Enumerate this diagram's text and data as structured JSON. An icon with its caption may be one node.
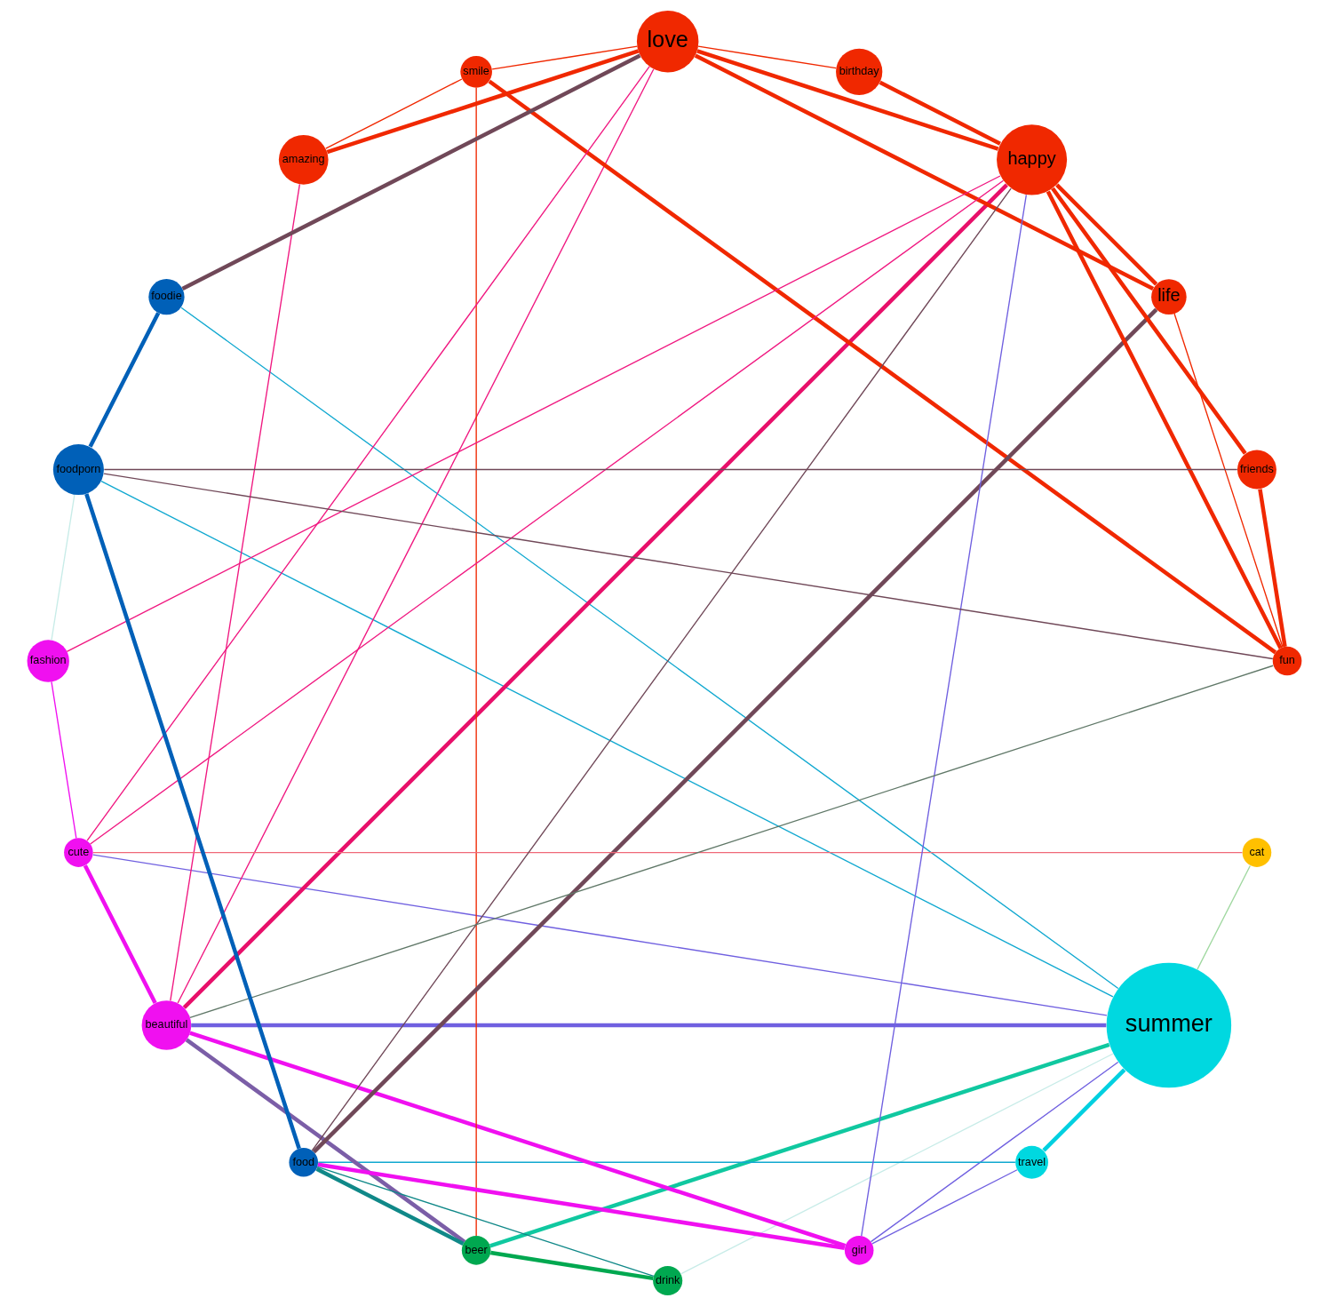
{
  "diagram": {
    "nodes": [
      {
        "text": [
          "summer"
        ]
      },
      {
        "text": [
          "travel"
        ]
      },
      {
        "text": [
          "amazing"
        ]
      },
      {
        "text": [
          "beautiful"
        ]
      },
      {
        "text": [
          "smile"
        ]
      },
      {
        "text": [
          "beer"
        ]
      },
      {
        "text": [
          "love"
        ]
      },
      {
        "text": [
          "birthday"
        ]
      },
      {
        "text": [
          "life"
        ]
      },
      {
        "text": [
          "cat"
        ]
      },
      {
        "text": [
          "happy"
        ]
      },
      {
        "text": [
          "cute"
        ]
      },
      {
        "text": [
          "girl"
        ]
      },
      {
        "text": [
          "drink"
        ]
      },
      {
        "text": [
          "fun"
        ]
      },
      {
        "text": [
          "fashion"
        ]
      },
      {
        "text": [
          "friends"
        ]
      },
      {
        "text": [
          "food"
        ]
      },
      {
        "text": [
          "foodporn"
        ]
      },
      {
        "text": [
          "foodie"
        ]
      }
    ],
    "edges": [
      {
        "from": 0,
        "to": 1,
        "arrow": "none",
        "style": "thick",
        "color": "#00d0e0"
      },
      {
        "from": 14,
        "to": 3,
        "arrow": "none",
        "color": "#607868"
      },
      {
        "from": 2,
        "to": 3,
        "arrow": "none",
        "color": "#f01880"
      },
      {
        "from": 0,
        "to": 3,
        "arrow": "none",
        "style": "thick",
        "color": "#7060e0"
      },
      {
        "from": 3,
        "to": 5,
        "arrow": "none",
        "style": "thick",
        "color": "#7b5ea7"
      },
      {
        "from": 0,
        "to": 5,
        "arrow": "none",
        "style": "thick",
        "color": "#10c8a0"
      },
      {
        "from": 5,
        "to": 13,
        "arrow": "none",
        "style": "thick",
        "color": "#00a850"
      },
      {
        "from": 5,
        "to": 17,
        "arrow": "none",
        "style": "thick",
        "color": "#108888"
      },
      {
        "from": 9,
        "to": 11,
        "arrow": "none",
        "color": "#f06878"
      },
      {
        "from": 3,
        "to": 11,
        "arrow": "none",
        "style": "thick",
        "color": "#f010f0"
      },
      {
        "from": 3,
        "to": 12,
        "arrow": "none",
        "style": "thick",
        "color": "#f010f0"
      },
      {
        "from": 3,
        "to": 10,
        "arrow": "none",
        "style": "thick",
        "color": "#e8106a"
      },
      {
        "from": 3,
        "to": 6,
        "arrow": "none",
        "color": "#f01880"
      },
      {
        "from": 2,
        "to": 6,
        "arrow": "none",
        "style": "thick",
        "color": "#f02800"
      },
      {
        "from": 2,
        "to": 4,
        "arrow": "none",
        "color": "#f02800"
      },
      {
        "from": 0,
        "to": 12,
        "arrow": "none",
        "color": "#7060e0"
      },
      {
        "from": 4,
        "to": 5,
        "arrow": "none",
        "color": "#f02800"
      },
      {
        "from": 4,
        "to": 14,
        "arrow": "none",
        "style": "thick",
        "color": "#f02800"
      },
      {
        "from": 4,
        "to": 6,
        "arrow": "none",
        "color": "#f02800"
      },
      {
        "from": 1,
        "to": 12,
        "arrow": "none",
        "color": "#7060e0"
      },
      {
        "from": 1,
        "to": 17,
        "arrow": "none",
        "color": "#10a8d0"
      },
      {
        "from": 0,
        "to": 18,
        "arrow": "none",
        "color": "#10a8d0"
      },
      {
        "from": 0,
        "to": 19,
        "arrow": "none",
        "color": "#10a8d0"
      },
      {
        "from": 0,
        "to": 11,
        "arrow": "none",
        "color": "#7060e0"
      },
      {
        "from": 0,
        "to": 9,
        "arrow": "none",
        "color": "#a0d8a0"
      },
      {
        "from": 0,
        "to": 13,
        "arrow": "none",
        "color": "#c8ece8"
      },
      {
        "from": 6,
        "to": 7,
        "arrow": "none",
        "color": "#f02800"
      },
      {
        "from": 6,
        "to": 11,
        "arrow": "none",
        "color": "#f01880"
      },
      {
        "from": 6,
        "to": 8,
        "arrow": "none",
        "style": "thick",
        "color": "#f02800"
      },
      {
        "from": 6,
        "to": 10,
        "arrow": "none",
        "style": "thick",
        "color": "#f02800"
      },
      {
        "from": 6,
        "to": 19,
        "arrow": "none",
        "style": "thick",
        "color": "#704858"
      },
      {
        "from": 8,
        "to": 17,
        "arrow": "none",
        "style": "thick",
        "color": "#704858"
      },
      {
        "from": 8,
        "to": 14,
        "arrow": "none",
        "color": "#f02800"
      },
      {
        "from": 8,
        "to": 10,
        "arrow": "none",
        "style": "thick",
        "color": "#f02800"
      },
      {
        "from": 10,
        "to": 7,
        "arrow": "none",
        "style": "thick",
        "color": "#f02800"
      },
      {
        "from": 10,
        "to": 11,
        "arrow": "none",
        "color": "#f01880"
      },
      {
        "from": 10,
        "to": 12,
        "arrow": "none",
        "color": "#7060e0"
      },
      {
        "from": 10,
        "to": 14,
        "arrow": "none",
        "style": "thick",
        "color": "#f02800"
      },
      {
        "from": 10,
        "to": 16,
        "arrow": "none",
        "style": "thick",
        "color": "#f02800"
      },
      {
        "from": 10,
        "to": 15,
        "arrow": "none",
        "color": "#f01880"
      },
      {
        "from": 10,
        "to": 17,
        "arrow": "none",
        "color": "#704858"
      },
      {
        "from": 12,
        "to": 17,
        "arrow": "none",
        "style": "thick",
        "color": "#f010f0"
      },
      {
        "from": 11,
        "to": 15,
        "arrow": "none",
        "color": "#f010f0"
      },
      {
        "from": 13,
        "to": 17,
        "arrow": "none",
        "color": "#108888"
      },
      {
        "from": 14,
        "to": 16,
        "arrow": "none",
        "style": "thick",
        "color": "#f02800"
      },
      {
        "from": 14,
        "to": 18,
        "arrow": "none",
        "color": "#704858"
      },
      {
        "from": 16,
        "to": 18,
        "arrow": "none",
        "color": "#704858"
      },
      {
        "from": 17,
        "to": 18,
        "arrow": "none",
        "style": "thick",
        "color": "#0060b8"
      },
      {
        "from": 18,
        "to": 19,
        "arrow": "none",
        "style": "thick",
        "color": "#0060b8"
      },
      {
        "from": 15,
        "to": 18,
        "arrow": "none",
        "color": "#c8ece8"
      }
    ]
  }
}
